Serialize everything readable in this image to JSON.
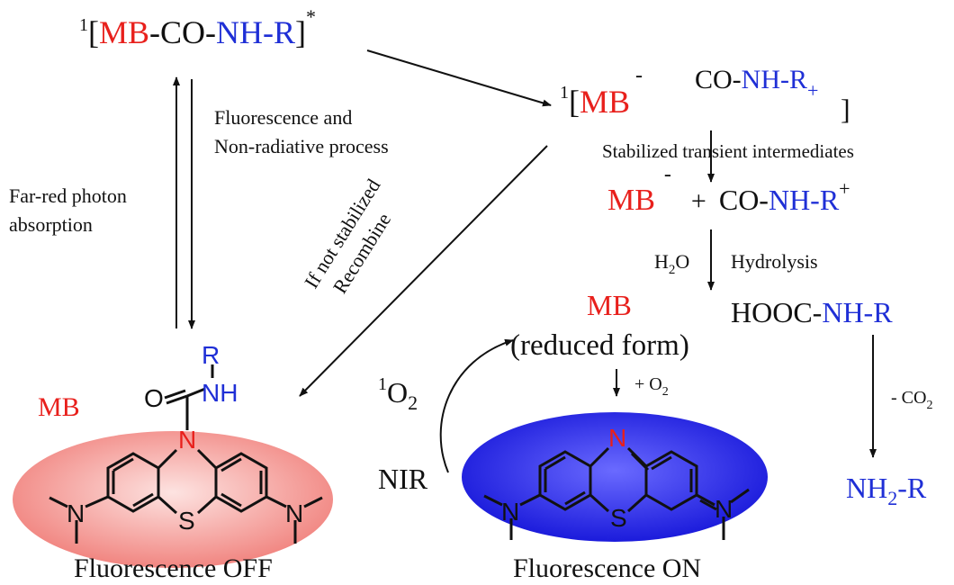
{
  "colors": {
    "red": "#e8201c",
    "blue": "#1f2fd6",
    "black": "#111111",
    "red_oval": "#f08a85",
    "blue_oval": "#1a1ae0"
  },
  "excited": {
    "sup": "1",
    "open": "[",
    "mb": "MB",
    "co": "-CO-",
    "nhr": "NH-R",
    "close": "]",
    "star": "*"
  },
  "labels": {
    "fluor_line1": "Fluorescence and",
    "fluor_line2": "Non-radiative process",
    "farred_line1": "Far-red photon",
    "farred_line2": "absorption",
    "notstab_line1": "If not stabilized",
    "notstab_line2": "Recombine",
    "stabilized": "Stabilized transient intermediates",
    "h2o_h": "H",
    "h2o_sub": "2",
    "h2o_o": "O",
    "hydrolysis": "Hydrolysis",
    "co2_pre": "- CO",
    "co2_sub": "2"
  },
  "radical": {
    "sup": "1",
    "open": "[",
    "mb": "MB",
    "minus": "-",
    "co": "CO-",
    "nhr": "NH-R",
    "plus": "+",
    "close": "]"
  },
  "ions": {
    "mb": "MB",
    "minus": "-",
    "plus_sign": "+",
    "co": "CO-",
    "nhr": "NH-R",
    "sup_plus": "+"
  },
  "hydro": {
    "mb": "MB",
    "hooc": "HOOC-",
    "nhr": "NH-R"
  },
  "reduced": {
    "text": "(reduced form)",
    "plus_o2": "+ O",
    "plus_o2_sub": "2"
  },
  "singlet": {
    "sup": "1",
    "o": "O",
    "sub": "2"
  },
  "nir": "NIR",
  "amine": {
    "nh": "NH",
    "sub": "2",
    "r": "-R"
  },
  "left_mol": {
    "mb_label": "MB",
    "r": "R",
    "nh": "NH",
    "o": "O",
    "n_ring": "N",
    "s": "S",
    "n_left": "N",
    "n_right": "N",
    "caption": "Fluorescence OFF"
  },
  "right_mol": {
    "n_ring": "N",
    "s": "S",
    "n_left": "N",
    "n_right": "N",
    "caption": "Fluorescence ON"
  }
}
